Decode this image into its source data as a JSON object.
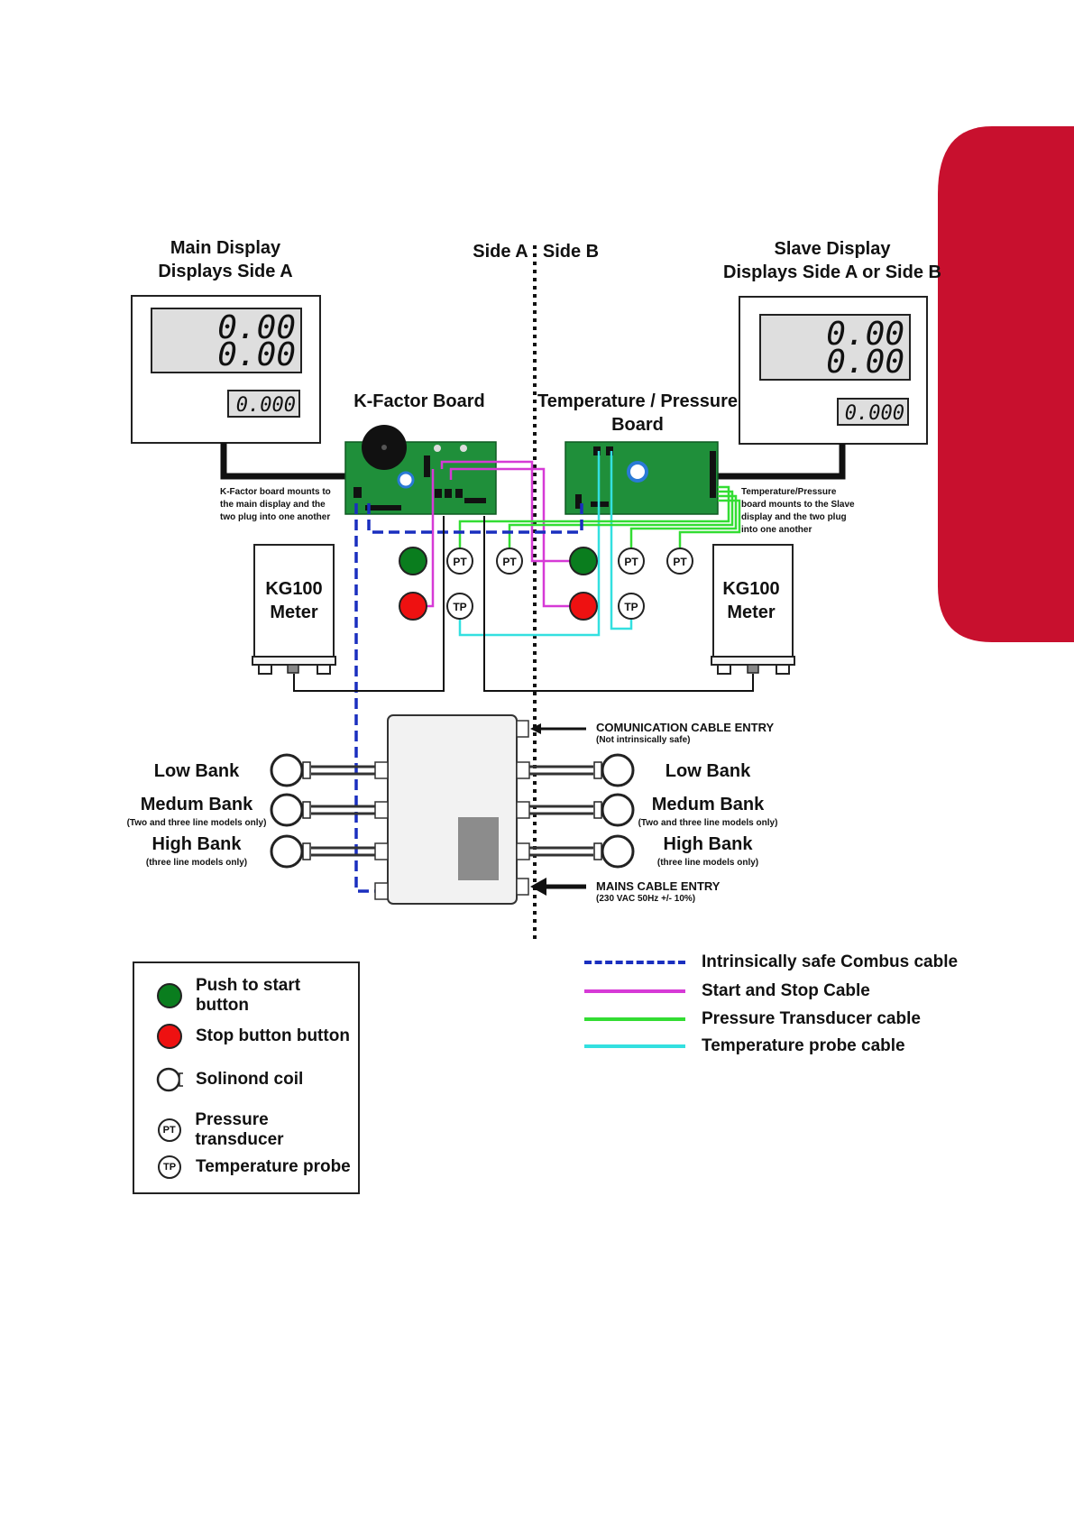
{
  "colors": {
    "accent_tab": "#c8102e",
    "board_green": "#1f8f3a",
    "push_green": "#0a7d1e",
    "stop_red": "#ee1111",
    "combus": "#1a2fbf",
    "start_stop": "#d63ad6",
    "pressure": "#33dd33",
    "temperature": "#33e0e0"
  },
  "header": {
    "main_display_title": "Main Display",
    "main_display_sub": "Displays Side A",
    "side_a": "Side A",
    "side_b": "Side B",
    "slave_display_title": "Slave Display",
    "slave_display_sub": "Displays Side A or Side B"
  },
  "main_display": {
    "line1": "0.00",
    "line2": "0.00",
    "small": "0.000"
  },
  "slave_display": {
    "line1": "0.00",
    "line2": "0.00",
    "small": "0.000"
  },
  "kfactor": {
    "title": "K-Factor Board",
    "note": [
      "K-Factor board mounts to",
      "the main display and the",
      "two plug into one another"
    ]
  },
  "tp_board": {
    "title1": "Temperature / Pressure",
    "title2": "Board",
    "note": [
      "Temperature/Pressure",
      "board mounts to the Slave",
      "display and the two plug",
      "into one another"
    ]
  },
  "meters": {
    "left": {
      "line1": "KG100",
      "line2": "Meter"
    },
    "right": {
      "line1": "KG100",
      "line2": "Meter"
    }
  },
  "sensor_labels": {
    "pt": "PT",
    "tp": "TP"
  },
  "junction": {
    "comms_entry": "COMUNICATION CABLE ENTRY",
    "comms_sub": "(Not intrinsically safe)",
    "mains_entry": "MAINS CABLE ENTRY",
    "mains_sub": "(230 VAC 50Hz +/- 10%)"
  },
  "banks": {
    "low": "Low Bank",
    "medium": "Medum Bank",
    "medium_sub": "(Two and three line models only)",
    "high": "High Bank",
    "high_sub": "(three line models only)"
  },
  "symbol_legend": {
    "push": "Push to start button",
    "stop": "Stop button button",
    "coil": "Solinond  coil",
    "pt": "Pressure transducer",
    "tp": "Temperature probe"
  },
  "cable_legend": {
    "combus": "Intrinsically safe Combus cable",
    "start_stop": "Start and Stop Cable",
    "pressure": "Pressure Transducer cable",
    "temperature": "Temperature probe cable"
  }
}
